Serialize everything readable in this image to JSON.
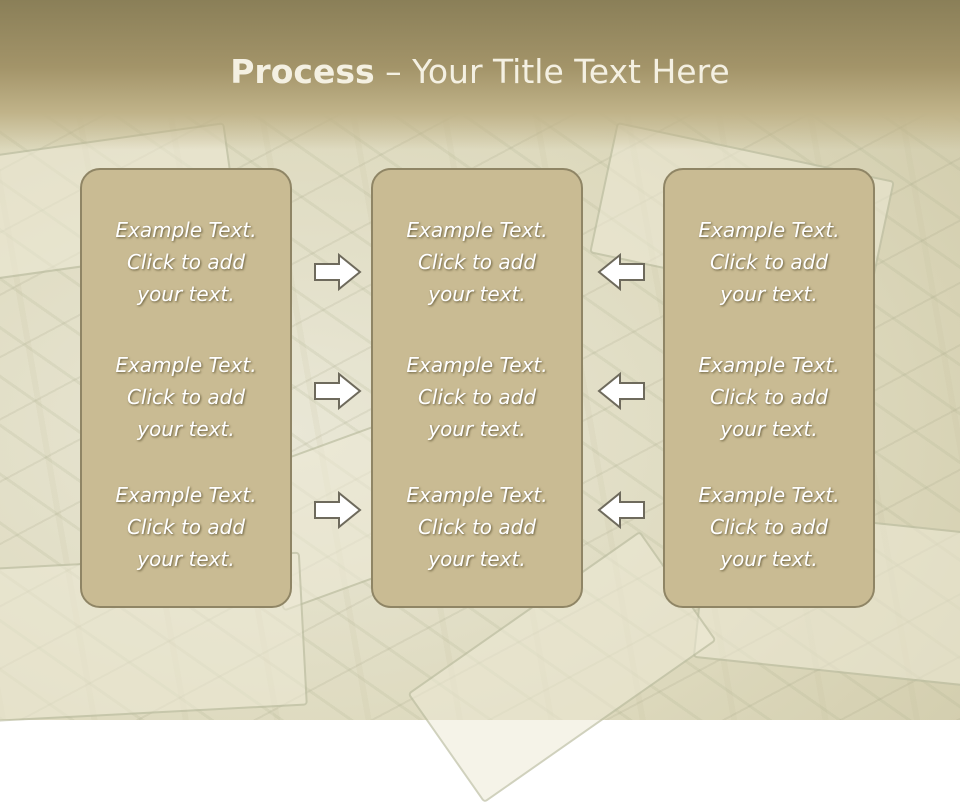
{
  "slide": {
    "title_bold": "Process",
    "title_rest": " – Your Title Text Here"
  },
  "columns": [
    {
      "items": [
        {
          "line1": "Example Text.",
          "line2": "Click  to add",
          "line3": "your text."
        },
        {
          "line1": "Example Text.",
          "line2": "Click  to add",
          "line3": "your text."
        },
        {
          "line1": "Example Text.",
          "line2": "Click  to add",
          "line3": "your text."
        }
      ]
    },
    {
      "items": [
        {
          "line1": "Example Text.",
          "line2": "Click  to add",
          "line3": "your text."
        },
        {
          "line1": "Example Text.",
          "line2": "Click  to add",
          "line3": "your text."
        },
        {
          "line1": "Example Text.",
          "line2": "Click  to add",
          "line3": "your text."
        }
      ]
    },
    {
      "items": [
        {
          "line1": "Example Text.",
          "line2": "Click  to add",
          "line3": "your text."
        },
        {
          "line1": "Example Text.",
          "line2": "Click  to add",
          "line3": "your text."
        },
        {
          "line1": "Example Text.",
          "line2": "Click  to add",
          "line3": "your text."
        }
      ]
    }
  ],
  "arrows": {
    "left_group": "right-arrow-icon",
    "right_group": "left-arrow-icon"
  },
  "colors": {
    "header": "#9a8c62",
    "box_fill": "#c9bb93",
    "box_border": "#8f8565",
    "text": "#ffffff"
  }
}
